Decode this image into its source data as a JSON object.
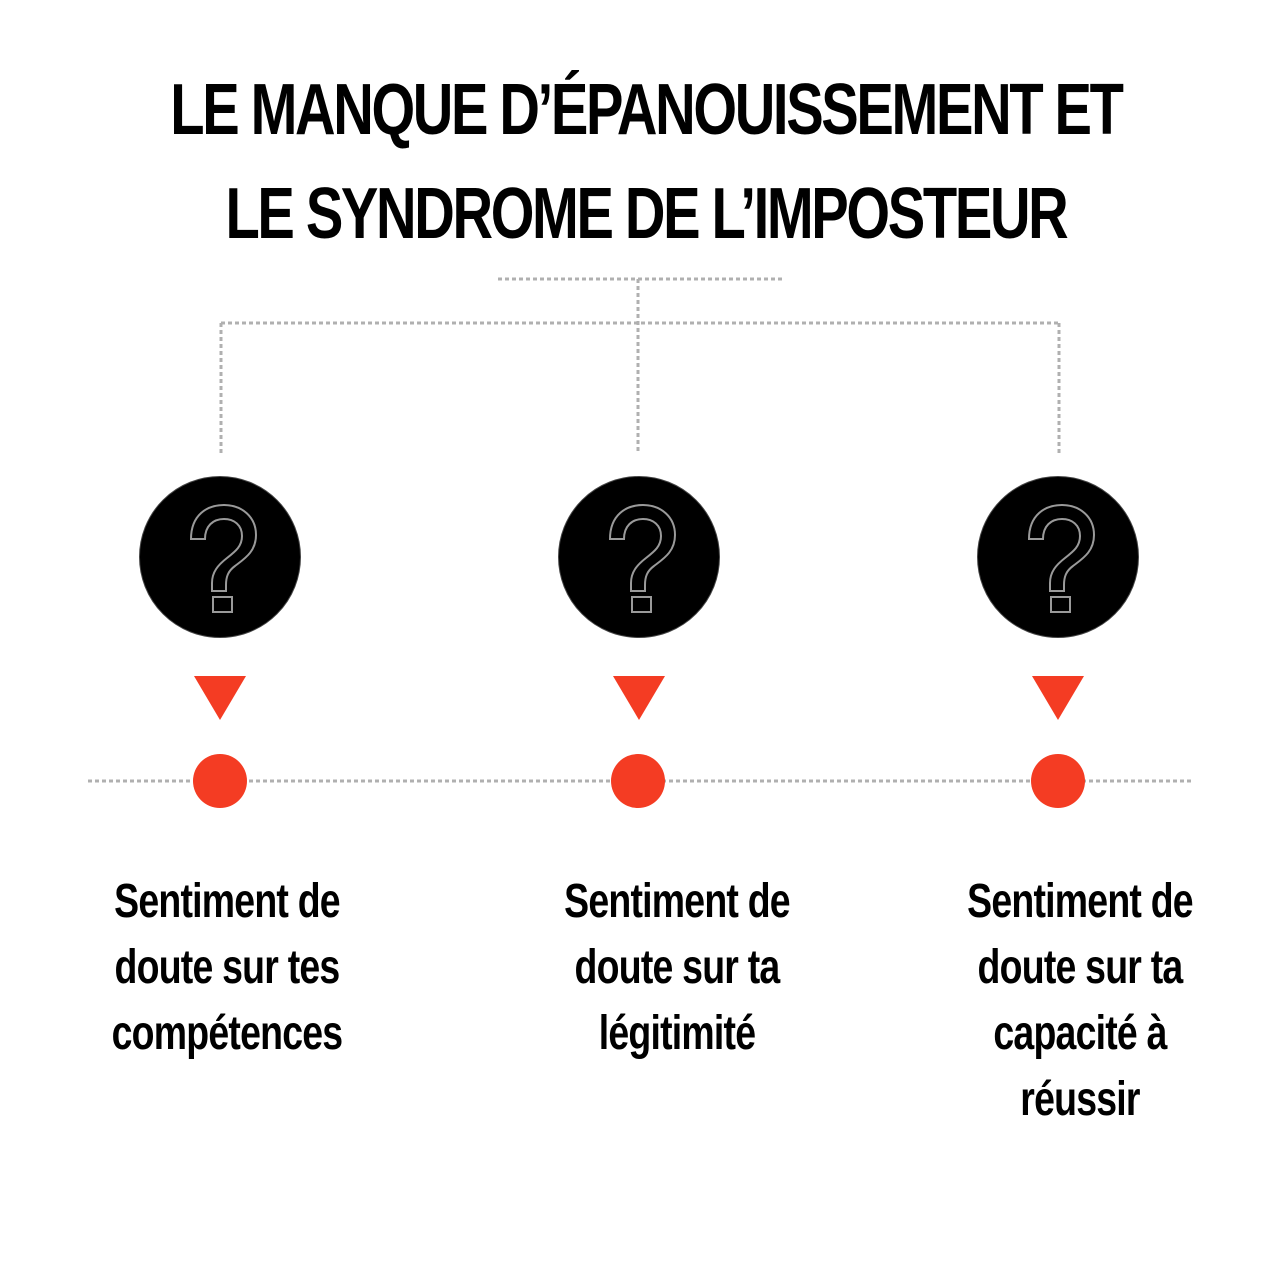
{
  "title": {
    "line1": "LE MANQUE D’ÉPANOUISSEMENT ET",
    "line2": "LE SYNDROME DE L’IMPOSTEUR"
  },
  "colors": {
    "accent": "#f43c23",
    "node_fill": "#000000",
    "connector": "#b0b0b0",
    "text": "#000000"
  },
  "nodes": [
    {
      "icon": "question-mark-icon",
      "label_lines": [
        "Sentiment de",
        "doute sur tes",
        "compétences"
      ]
    },
    {
      "icon": "question-mark-icon",
      "label_lines": [
        "Sentiment de",
        "doute sur ta",
        "légitimité"
      ]
    },
    {
      "icon": "question-mark-icon",
      "label_lines": [
        "Sentiment de",
        "doute sur ta",
        "capacité à",
        "réussir"
      ]
    }
  ]
}
